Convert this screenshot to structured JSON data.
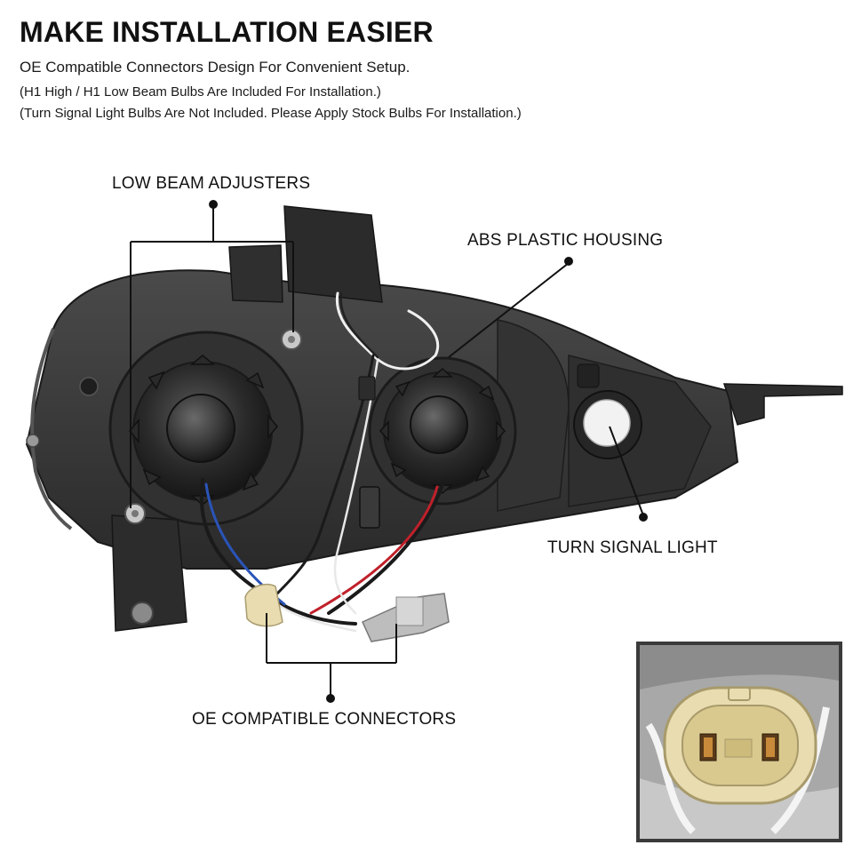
{
  "header": {
    "title": "MAKE INSTALLATION EASIER",
    "line1": "OE Compatible Connectors Design For Convenient Setup.",
    "line2": "(H1 High / H1 Low Beam Bulbs Are Included For Installation.)",
    "line3": "(Turn Signal Light Bulbs Are Not Included. Please Apply Stock Bulbs For Installation.)"
  },
  "callouts": {
    "low_beam_adjusters": "LOW BEAM ADJUSTERS",
    "abs_plastic_housing": "ABS PLASTIC HOUSING",
    "turn_signal_light": "TURN SIGNAL LIGHT",
    "oe_compatible_connectors": "OE COMPATIBLE CONNECTORS"
  },
  "colors": {
    "housing": "#3b3b3b",
    "housing_dark": "#242424",
    "callout_line": "#111111",
    "inset_border": "#3a3a3a",
    "connector_cream": "#e8dcb0"
  }
}
